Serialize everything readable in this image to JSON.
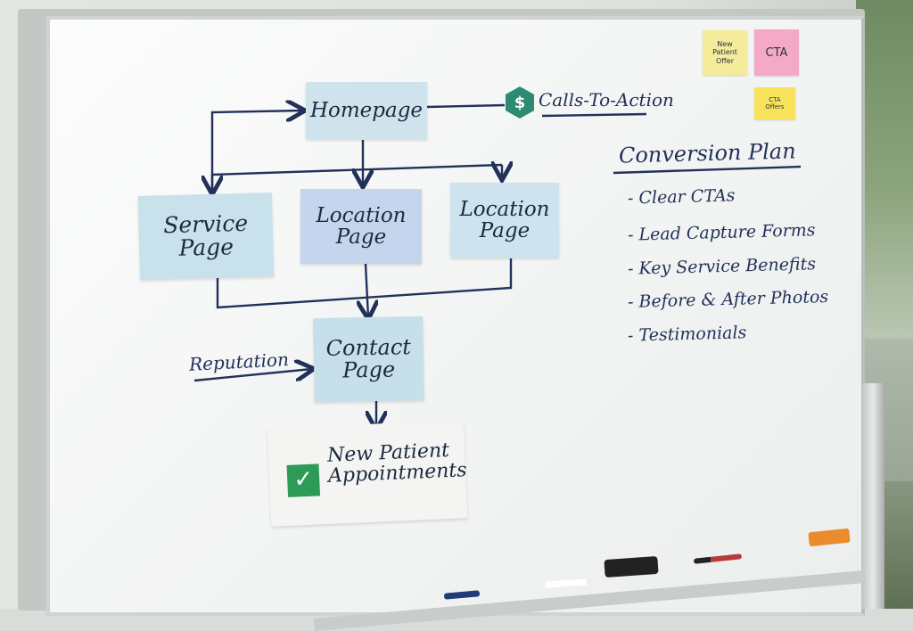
{
  "cards": {
    "homepage": "Homepage",
    "service": "Service\nPage",
    "location1": "Location\nPage",
    "location2": "Location\nPage",
    "contact": "Contact\nPage",
    "appointments": "New Patient\nAppointments"
  },
  "labels": {
    "calls_to_action": "Calls-To-Action",
    "dollar": "$",
    "reputation": "Reputation"
  },
  "plan": {
    "title": "Conversion Plan",
    "items": [
      "- Clear CTAs",
      "- Lead Capture Forms",
      "- Key Service Benefits",
      "- Before & After Photos",
      "- Testimonials"
    ]
  },
  "stickies": {
    "offer": "New\nPatient\nOffer",
    "cta": "CTA",
    "cta_small": "CTA\nOffers"
  },
  "colors": {
    "ink": "#22315a",
    "check": "#2e9a58",
    "hex": "#2e8a70"
  }
}
